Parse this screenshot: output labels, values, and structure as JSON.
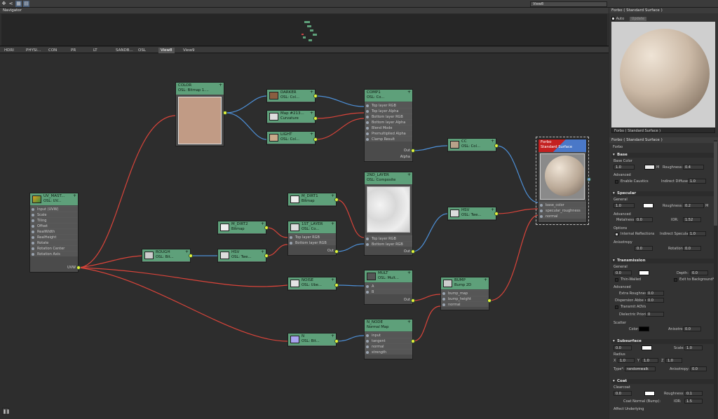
{
  "topbar": {
    "view_label": "View8"
  },
  "navigator": {
    "title": "Navigator"
  },
  "tabs": [
    "HDRI",
    "PHYSI...",
    "CON",
    "PR",
    "LT",
    "SANDB...",
    "OSL",
    "View8",
    "View9"
  ],
  "active_tab": 7,
  "nodes": {
    "color": {
      "t1": "COLOR",
      "t2": "OSL: Bitmap 1...."
    },
    "darker": {
      "t1": "DARKER",
      "t2": "OSL: Col..."
    },
    "map": {
      "t1": "Map #213...",
      "t2": "Curvature"
    },
    "light": {
      "t1": "LIGHT",
      "t2": "OSL: Col..."
    },
    "comp1": {
      "t1": "COMP1",
      "t2": "OSL: Co...",
      "pins": [
        "Top layer RGB",
        "Top layer Alpha",
        "Bottom layer RGB",
        "Bottom layer Alpha",
        "Blend Mode",
        "Premultiplied Alpha",
        "Clamp Result"
      ],
      "out": "Out",
      "alpha": "Alpha"
    },
    "cc": {
      "t1": "CC",
      "t2": "OSL: Col..."
    },
    "forbo": {
      "t1": "Forbo",
      "t2": "Standard Surface",
      "pins": [
        "base_color",
        "specular_roughness",
        "normal"
      ]
    },
    "uvmaster": {
      "t1": "UV_MAST...",
      "t2": "OSL: UV...",
      "pins": [
        "Input (UVW)",
        "Scale",
        "Tiling",
        "Offset",
        "RealWidth",
        "RealHeight",
        "Rotate",
        "Rotation Center",
        "Rotation Axis"
      ],
      "out": "UVW"
    },
    "layer2": {
      "t1": "2ND_LAYER",
      "t2": "OSL: Composite",
      "pins": [
        "Top layer RGB",
        "Bottom layer RGB"
      ],
      "out": "Out"
    },
    "mdirt1": {
      "t1": "M_DIRT1",
      "t2": "Bitmap"
    },
    "mdirt2": {
      "t1": "M_DIRT2",
      "t2": "Bitmap"
    },
    "layer1": {
      "t1": "1ST_LAYER",
      "t2": "OSL: Co...",
      "pins": [
        "Top layer RGB",
        "Bottom layer RGB"
      ],
      "out": "Out"
    },
    "hsv2": {
      "t1": "HSV",
      "t2": "OSL: Twe..."
    },
    "rough": {
      "t1": "ROUGH",
      "t2": "OSL: Bit..."
    },
    "hsv1": {
      "t1": "HSV",
      "t2": "OSL: Twe..."
    },
    "noise": {
      "t1": "NOISE",
      "t2": "OSL: Ube..."
    },
    "mult": {
      "t1": "MULT",
      "t2": "OSL: Mult...",
      "pins": [
        "A",
        "B"
      ],
      "out": "Out"
    },
    "bump": {
      "t1": "BUMP",
      "t2": "Bump 2D",
      "pins": [
        "bump_map",
        "bump_height",
        "normal"
      ]
    },
    "nnode": {
      "t1": "N_NODE",
      "t2": "Normal Map",
      "pins": [
        "input",
        "tangent",
        "normal",
        "strength"
      ]
    },
    "n": {
      "t1": "N",
      "t2": "OSL: Bit..."
    }
  },
  "panel": {
    "title": "Forbo  ( Standard Surface )",
    "auto_label": "Auto",
    "update_label": "Update",
    "preview_combo": "Forbo  ( Standard Surface )",
    "title2": "Forbo  ( Standard Surface )",
    "name": "Forbo",
    "base": {
      "header": "Base",
      "base_color_label": "Base Color",
      "weight": "1.0",
      "m": "M",
      "roughness_label": "Roughness:",
      "roughness": "0.4",
      "advanced": "Advanced",
      "caustics": "Enable Caustics",
      "indirect_diffuse_label": "Indirect Diffuse:",
      "indirect_diffuse": "1.0"
    },
    "specular": {
      "header": "Specular",
      "general": "General",
      "weight": "1.0",
      "roughness_label": "Roughness:",
      "roughness": "0.2",
      "m": "M",
      "advanced": "Advanced",
      "metalness_label": "Metalness:",
      "metalness": "0.0",
      "ior_label": "IOR:",
      "ior": "1.52",
      "options": "Options",
      "internal_reflections": "Internal Reflections",
      "indirect_specular_label": "Indirect Specular:",
      "indirect_specular": "1.0",
      "anisotropy": "Anisotropy",
      "aniso_val": "0.0",
      "rotation_label": "Rotation:",
      "rotation": "0.0"
    },
    "transmission": {
      "header": "Transmission",
      "general": "General",
      "weight": "0.0",
      "depth_label": "Depth:",
      "depth": "0.0",
      "thin_walled": "Thin-Walled",
      "exit_bg": "Exit to Background*",
      "advanced": "Advanced",
      "extra_rough_label": "Extra Roughness:",
      "extra_rough": "0.0",
      "abbe_label": "Dispersion Abbe #*:",
      "abbe": "0.0",
      "transmit_aovs": "Transmit AOVs",
      "dielectric_label": "Dielectric Priority",
      "dielectric": "0",
      "scatter": "Scatter",
      "color_label": "Color:",
      "aniso_label": "Anisotropy:",
      "aniso": "0.0"
    },
    "subsurface": {
      "header": "Subsurface",
      "weight": "0.0",
      "scale_label": "Scale:",
      "scale": "1.0",
      "radius": "Radius",
      "x_label": "X",
      "x": "1.0",
      "y_label": "Y",
      "y": "1.0",
      "z_label": "Z",
      "z": "1.0",
      "type_label": "Type*:",
      "type": "randomwalk",
      "aniso_label": "Anisotropy:",
      "aniso": "0.0"
    },
    "coat": {
      "header": "Coat",
      "clearcoat": "Clearcoat",
      "weight": "0.0",
      "roughness_label": "Roughness:",
      "roughness": "0.1",
      "coat_normal": "Coat Normal (Bump):",
      "ior_label": "IOR:",
      "ior": "1.5",
      "affect_underlying": "Affect Underlying"
    }
  },
  "colors": {
    "node_header": "#5ea07a",
    "wire_red": "#d9443a",
    "wire_blue": "#4d8fd6",
    "port": "#e6f23a"
  }
}
